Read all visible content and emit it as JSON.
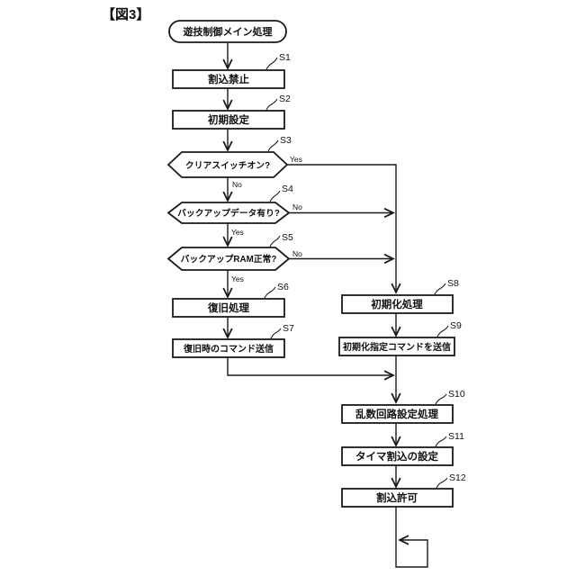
{
  "figure_label": "【図3】",
  "colors": {
    "ink": "#1a1a1a",
    "background": "#ffffff"
  },
  "flowchart": {
    "start_label": "遊技制御メイン処理",
    "steps": [
      {
        "id": "S1",
        "label": "割込禁止",
        "type": "process"
      },
      {
        "id": "S2",
        "label": "初期設定",
        "type": "process"
      },
      {
        "id": "S3",
        "label": "クリアスイッチオン?",
        "type": "decision",
        "yes": "Yes",
        "no": "No"
      },
      {
        "id": "S4",
        "label": "バックアップデータ有り?",
        "type": "decision",
        "yes": "Yes",
        "no": "No"
      },
      {
        "id": "S5",
        "label": "バックアップRAM正常?",
        "type": "decision",
        "yes": "Yes",
        "no": "No"
      },
      {
        "id": "S6",
        "label": "復旧処理",
        "type": "process"
      },
      {
        "id": "S7",
        "label": "復旧時のコマンド送信",
        "type": "process"
      },
      {
        "id": "S8",
        "label": "初期化処理",
        "type": "process"
      },
      {
        "id": "S9",
        "label": "初期化指定コマンドを送信",
        "type": "process"
      },
      {
        "id": "S10",
        "label": "乱数回路設定処理",
        "type": "process"
      },
      {
        "id": "S11",
        "label": "タイマ割込の設定",
        "type": "process"
      },
      {
        "id": "S12",
        "label": "割込許可",
        "type": "process"
      }
    ]
  }
}
